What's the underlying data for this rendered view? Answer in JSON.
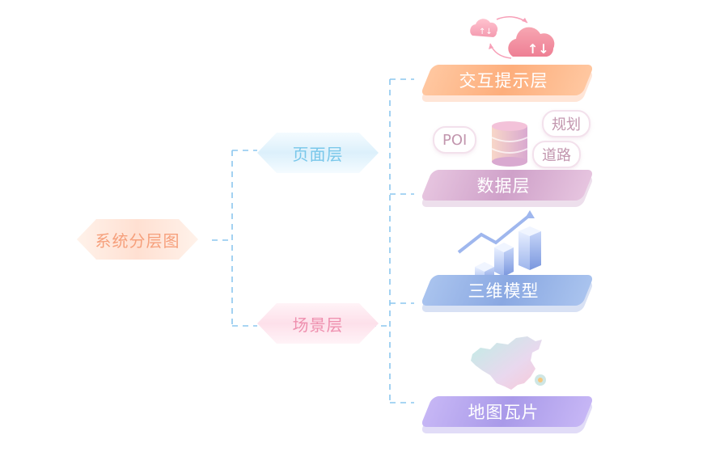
{
  "diagram": {
    "root": "系统分层图",
    "branches": [
      {
        "label": "页面层"
      },
      {
        "label": "场景层"
      }
    ],
    "layers": [
      {
        "label": "交互提示层",
        "icon": "cloud-sync-icon"
      },
      {
        "label": "数据层",
        "icon": "database-icon",
        "tags": [
          "POI",
          "规划",
          "道路"
        ]
      },
      {
        "label": "三维模型",
        "icon": "3d-bar-chart-icon"
      },
      {
        "label": "地图瓦片",
        "icon": "china-map-icon"
      }
    ]
  },
  "colors": {
    "connector": "#8cc7ef",
    "root_text": "#f6a07c",
    "page_text": "#79c7ea",
    "scene_text": "#ee8fae"
  }
}
